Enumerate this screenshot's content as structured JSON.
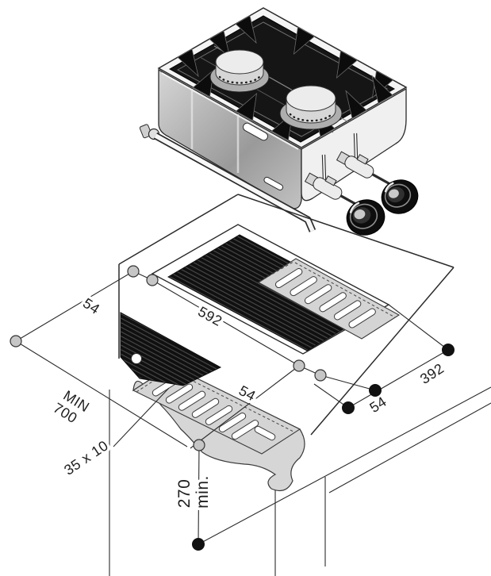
{
  "drawing": {
    "type": "installation-diagram",
    "subject": "two-burner-gas-hob",
    "labels": {
      "margin_left": "54",
      "cutout_width": "592",
      "depth_min_line1": "MIN",
      "depth_min_line2": "700",
      "margin_front": "54",
      "margin_right": "54",
      "cutout_depth": "392",
      "slot_size": "35 x 10",
      "clearance_line1": "270",
      "clearance_line2": "min."
    },
    "colors": {
      "line": "#2b2b2b",
      "hatch_fill": "#101010",
      "plate_gray": "#d4d4d4",
      "dot_gray": "#c6c6c6",
      "dot_black": "#111111",
      "background": "#ffffff"
    }
  }
}
